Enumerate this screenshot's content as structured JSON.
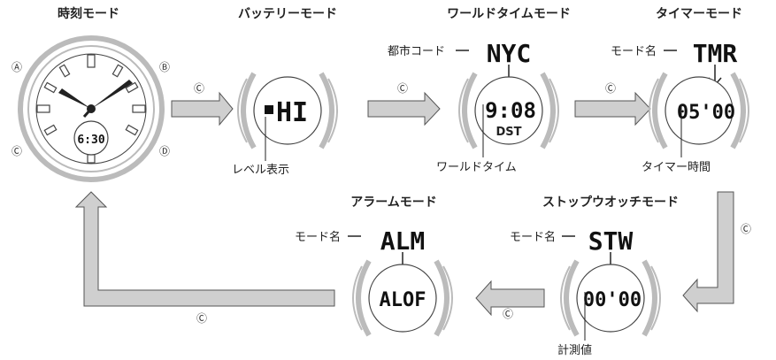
{
  "modes": {
    "timekeeping": {
      "title": "時刻モード",
      "lcd": "6:30"
    },
    "battery": {
      "title": "バッテリーモード",
      "lcd": "HI",
      "caption": "レベル表示"
    },
    "worldtime": {
      "title": "ワールドタイムモード",
      "code_label": "都市コード",
      "code": "NYC",
      "lcd": "9:08",
      "sub": "DST",
      "caption": "ワールドタイム"
    },
    "timer": {
      "title": "タイマーモード",
      "code_label": "モード名",
      "code": "TMR",
      "lcd": "05'00",
      "caption": "タイマー時間"
    },
    "stopwatch": {
      "title": "ストップウオッチモード",
      "code_label": "モード名",
      "code": "STW",
      "lcd": "00'00",
      "caption": "計測値"
    },
    "alarm": {
      "title": "アラームモード",
      "code_label": "モード名",
      "code": "ALM",
      "lcd": "ALOF"
    }
  },
  "buttons": {
    "a": "Ⓐ",
    "b": "Ⓑ",
    "c": "Ⓒ",
    "d": "Ⓓ"
  },
  "arrow_label": "Ⓒ",
  "colors": {
    "arrow_fill": "#cfcfcf",
    "arrow_stroke": "#555555",
    "watch_ring": "#bbbbbb"
  }
}
